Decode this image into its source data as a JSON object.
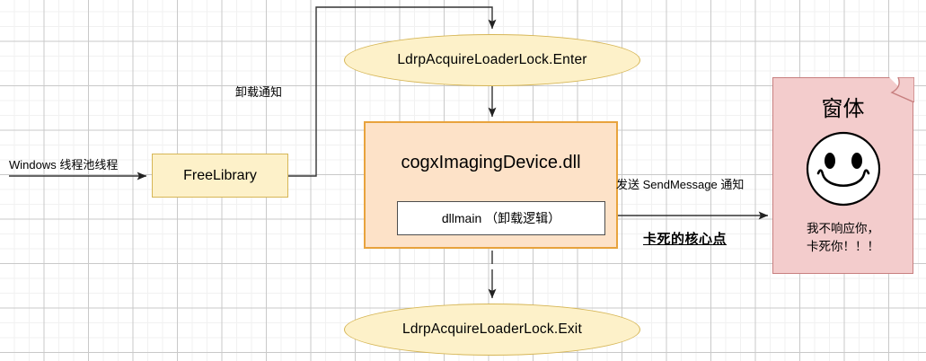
{
  "diagram": {
    "title": "DLL unload deadlock flow",
    "colors": {
      "ellipse_fill": "#fdf1c9",
      "ellipse_border": "#d6b656",
      "dll_box_fill": "#fde2c8",
      "dll_box_border": "#e8a33d",
      "note_fill": "#f3cccc",
      "note_border": "#c77f7f",
      "inner_box_fill": "#ffffff",
      "inner_box_border": "#4d4d4d",
      "edge_color": "#333333",
      "grid_major": "#c9c9c9",
      "grid_minor": "#f1f1f1"
    },
    "nodes": {
      "ellipse_enter": "LdrpAcquireLoaderLock.Enter",
      "ellipse_exit": "LdrpAcquireLoaderLock.Exit",
      "free_library": "FreeLibrary",
      "dll_title": "cogxImagingDevice.dll",
      "dll_inner": "dllmain （卸载逻辑）",
      "note_title": "窗体",
      "note_text_line1": "我不响应你，",
      "note_text_line2": "卡死你！！！"
    },
    "edge_labels": {
      "windows_thread": "Windows 线程池线程",
      "unload_notify": "卸载通知",
      "send_message": "发送 SendMessage 通知",
      "core_point": "卡死的核心点"
    }
  }
}
